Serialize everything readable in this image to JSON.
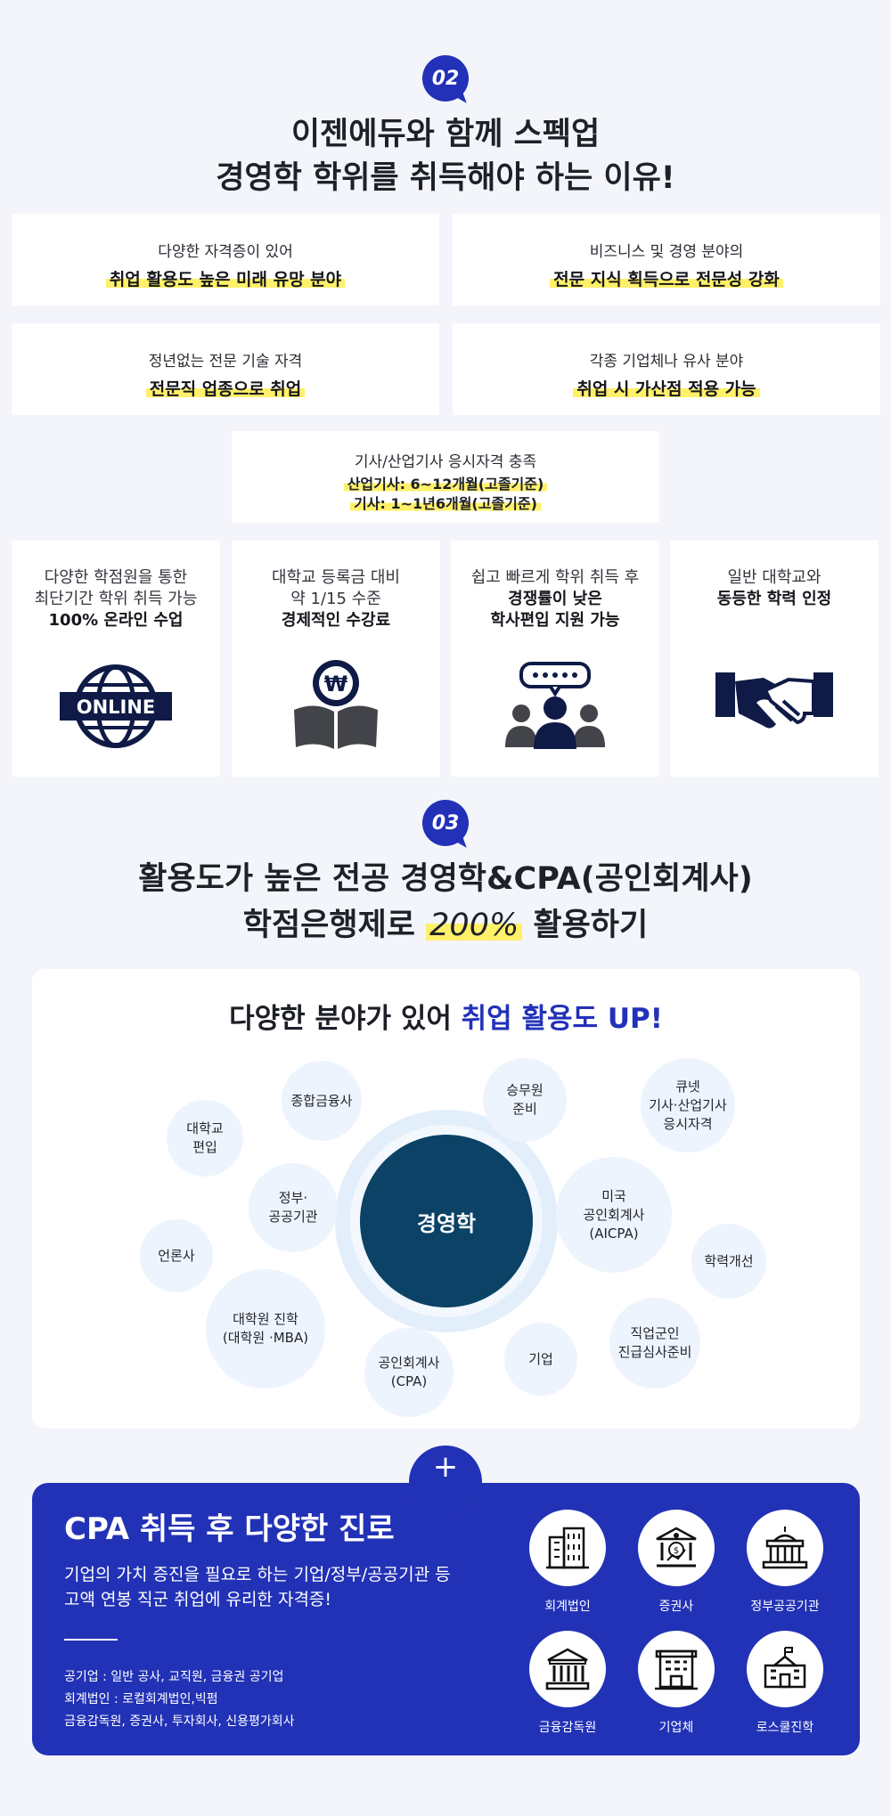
{
  "section2": {
    "badge": "02",
    "title_line1": "이젠에듀와 함께 스펙업",
    "title_line2": "경영학 학위를 취득해야 하는 이유!",
    "cards": [
      {
        "line1": "다양한 자격증이 있어",
        "line2": "취업 활용도 높은 미래 유망 분야"
      },
      {
        "line1": "비즈니스 및 경영 분야의",
        "line2": "전문 지식 획득으로 전문성 강화"
      },
      {
        "line1": "정년없는 전문 기술 자격",
        "line2": "전문직 업종으로 취업"
      },
      {
        "line1": "각종 기업체나 유사 분야",
        "line2": "취업 시 가산점 적용 가능"
      }
    ],
    "center_card": {
      "line1": "기사/산업기사 응시자격 충족",
      "line2": "산업기사: 6~12개월(고졸기준)",
      "line3": "기사: 1~1년6개월(고졸기준)"
    },
    "features": [
      {
        "line1": "다양한 학점원을 통한",
        "line2": "최단기간 학위 취득 가능",
        "line3": "100% 온라인 수업",
        "icon": "online-globe-icon",
        "icon_text": "ONLINE"
      },
      {
        "line1": "대학교 등록금 대비",
        "line2": "약 1/15 수준",
        "line3": "경제적인 수강료",
        "icon": "won-book-icon",
        "icon_text": "₩"
      },
      {
        "line1": "쉽고 빠르게 학위 취득 후",
        "line2": "경쟁률이 낮은",
        "line3": "학사편입 지원 가능",
        "icon": "people-chat-icon"
      },
      {
        "line1": "일반 대학교와",
        "line2": "동등한 학력 인정",
        "line3": "",
        "icon": "handshake-icon"
      }
    ]
  },
  "section3": {
    "badge": "03",
    "title_line1": "활용도가 높은 전공 경영학&CPA(공인회계사)",
    "title_line2_pre": "학점은행제로",
    "title_line2_hl": "200%",
    "title_line2_post": "활용하기",
    "panel_title_pre": "다양한 분야가 있어",
    "panel_title_hl": "취업 활용도 UP!",
    "center": "경영학",
    "bubbles": [
      "종합금융사",
      "승무원\n준비",
      "큐넷\n기사·산업기사\n응시자격",
      "대학교\n편입",
      "정부·\n공공기관",
      "미국\n공인회계사\n(AICPA)",
      "언론사",
      "학력개선",
      "대학원 진학\n(대학원 ·MBA)",
      "공인회계사\n(CPA)",
      "기업",
      "직업군인\n진급심사준비"
    ]
  },
  "cpa": {
    "plus": "+",
    "title": "CPA 취득 후 다양한 진로",
    "desc_line1": "기업의 가치 증진을 필요로 하는 기업/정부/공공기관 등",
    "desc_line2": "고액 연봉 직군 취업에 유리한 자격증!",
    "items": [
      "공기업 : 일반 공사, 교직원, 금융권 공기업",
      "회계법인 : 로컬회계법인,빅펌",
      "금융감독원, 증권사, 투자회사, 신용평가회사"
    ],
    "corps": [
      {
        "label": "회계법인",
        "icon": "office-building-icon"
      },
      {
        "label": "증권사",
        "icon": "bank-chart-icon"
      },
      {
        "label": "정부공공기관",
        "icon": "government-building-icon"
      },
      {
        "label": "금융감독원",
        "icon": "column-building-icon"
      },
      {
        "label": "기업체",
        "icon": "company-building-icon"
      },
      {
        "label": "로스쿨진학",
        "icon": "school-building-icon"
      }
    ]
  },
  "colors": {
    "accent": "#2231b8",
    "navy": "#0b2540",
    "highlight": "#fff06a",
    "bubble": "#eef4fd"
  }
}
